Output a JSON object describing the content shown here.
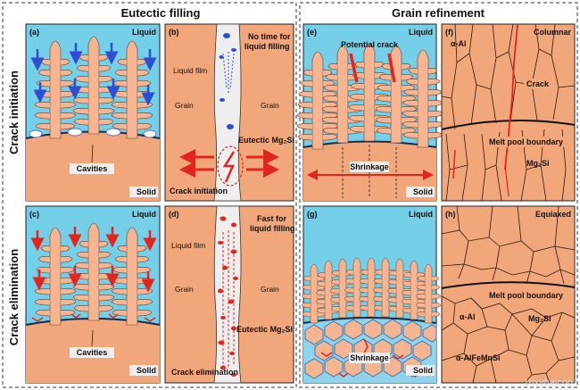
{
  "headers": {
    "left": "Eutectic filling",
    "right": "Grain refinement"
  },
  "rows": {
    "top": "Crack initiation",
    "bottom": "Crack elimination"
  },
  "panels": {
    "a": {
      "letter": "(a)",
      "top_tag": "Liquid",
      "bottom_tag": "Solid",
      "label": "Cavities"
    },
    "b": {
      "letter": "(b)",
      "note1": "No time for",
      "note2": "liquid filling",
      "film": "Liquid film",
      "grain_left": "Grain",
      "grain_right": "Grain",
      "phase": "Eutectic Mg₂Si",
      "crack": "Crack initiation"
    },
    "c": {
      "letter": "(c)",
      "top_tag": "Liquid",
      "bottom_tag": "Solid",
      "label": "Cavities"
    },
    "d": {
      "letter": "(d)",
      "note1": "Fast for",
      "note2": "liquid filling",
      "film": "Liquid film",
      "grain_left": "Grain",
      "grain_right": "Grain",
      "phase": "Eutectic Mg₂Si",
      "crack": "Crack elimination"
    },
    "e": {
      "letter": "(e)",
      "top_tag": "Liquid",
      "bottom_tag": "Solid",
      "crack": "Potential crack",
      "shrink": "Shrinkage"
    },
    "f": {
      "letter": "(f)",
      "tag": "Columnar",
      "phase1": "α-Al",
      "crack": "Crack",
      "boundary": "Melt pool boundary",
      "phase2": "Mg₂Si"
    },
    "g": {
      "letter": "(g)",
      "top_tag": "Liquid",
      "bottom_tag": "Solid",
      "shrink": "Shrinkage"
    },
    "h": {
      "letter": "(h)",
      "tag": "Equiaxed",
      "boundary": "Melt pool boundary",
      "phase1": "α-Al",
      "phase2": "Mg₂Si",
      "phase3": "α-AlFeMnSi"
    }
  },
  "watermark": "1hxybaicoo",
  "colors": {
    "liquid": "#74cfe9",
    "solid": "#f2a77a",
    "dendrite": "#f6b590",
    "blue_arrow": "#2d4fd6",
    "red_arrow": "#e3251e",
    "film": "#eeeeee"
  }
}
